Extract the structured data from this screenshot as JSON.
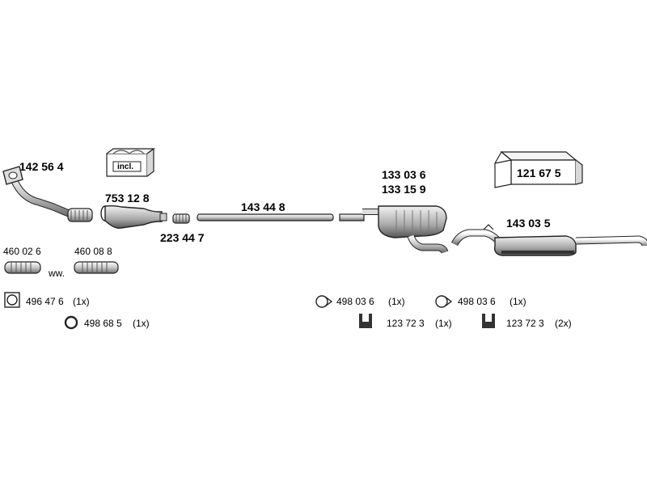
{
  "parts": {
    "front_pipe": "142 56 4",
    "catalyst": "753 12 8",
    "catalyst_incl": "incl.",
    "clamp_small": "223 44 7",
    "middle_pipe": "143 44 8",
    "middle_silencer_1": "133 03 6",
    "middle_silencer_2": "133 15 9",
    "rear_silencer": "143 03 5",
    "mounting_kit": "121 67 5",
    "flex_1": "460 02 6",
    "flex_2": "460 08 8",
    "flex_separator": "ww."
  },
  "accessories": {
    "gasket_square": "496 47 6",
    "gasket_square_qty": "(1x)",
    "ring": "498 68 5",
    "ring_qty": "(1x)",
    "clip_a": "498 03 6",
    "clip_a_qty": "(1x)",
    "hanger_a": "123 72 3",
    "hanger_a_qty": "(1x)",
    "clip_b": "498 03 6",
    "clip_b_qty": "(1x)",
    "hanger_b": "123 72 3",
    "hanger_b_qty": "(2x)"
  }
}
